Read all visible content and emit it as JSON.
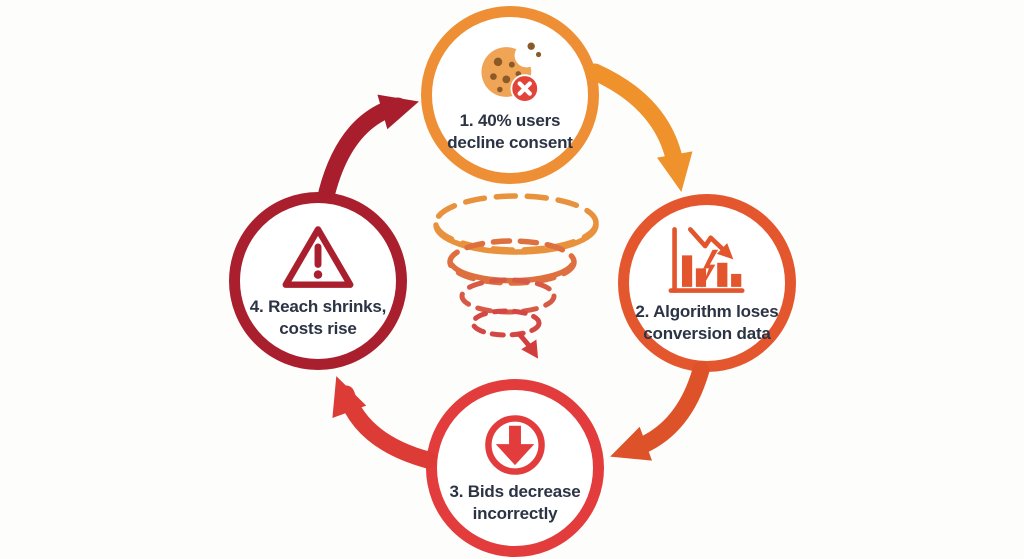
{
  "diagram": {
    "background_color": "#FDFDFB",
    "text_color": "#2B3344",
    "nodes": [
      {
        "step": "1",
        "line1": "1. 40% users",
        "line2": "decline consent",
        "icon": "cookie-declined-icon",
        "ring_color": "#EE8F35"
      },
      {
        "step": "2",
        "line1": "2. Algorithm loses",
        "line2": "conversion data",
        "icon": "broken-chart-icon",
        "ring_color": "#E4572E"
      },
      {
        "step": "3",
        "line1": "3. Bids decrease",
        "line2": "incorrectly",
        "icon": "arrow-down-circle-icon",
        "ring_color": "#E23C3C"
      },
      {
        "step": "4",
        "line1": "4. Reach shrinks,",
        "line2": "costs rise",
        "icon": "warning-triangle-icon",
        "ring_color": "#AA1F2D"
      }
    ],
    "flow_arrows": [
      {
        "from": "1",
        "to": "2",
        "color": "#F0922B"
      },
      {
        "from": "2",
        "to": "3",
        "color": "#DE5229"
      },
      {
        "from": "3",
        "to": "4",
        "color": "#DC3B36"
      },
      {
        "from": "4",
        "to": "1",
        "color": "#A81E2C"
      }
    ],
    "center_spiral": {
      "icon": "downward-spiral-icon",
      "ring_colors": [
        "#E8923E",
        "#DE6F3E",
        "#D75A47",
        "#D34744"
      ],
      "arrow_color": "#D23E3E"
    }
  }
}
